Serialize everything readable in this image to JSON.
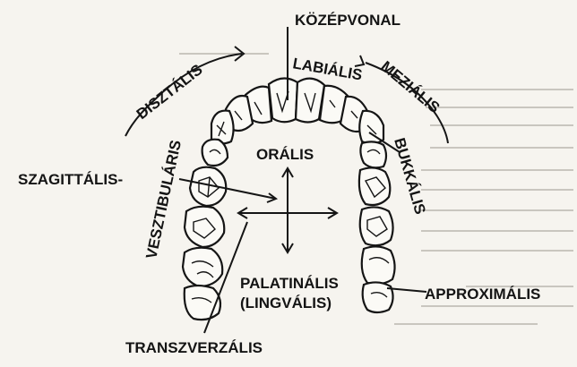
{
  "labels": {
    "kozepvonal": "KÖZÉPVONAL",
    "labialis": "LABIÁLIS",
    "mezialis": "MEZIÁLIS",
    "disztalis": "DISZTÁLIS",
    "vesztibularis": "VESZTIBULÁRIS",
    "bukkalis": "BUKKÁLIS",
    "oralis": "ORÁLIS",
    "szagittalis": "SZAGITTÁLIS-",
    "palatinalis": "PALATINÁLIS",
    "lingvalis": "(LINGVÁLIS)",
    "approximalis": "APPROXIMÁLIS",
    "transzverzalis": "TRANSZVERZÁLIS"
  }
}
